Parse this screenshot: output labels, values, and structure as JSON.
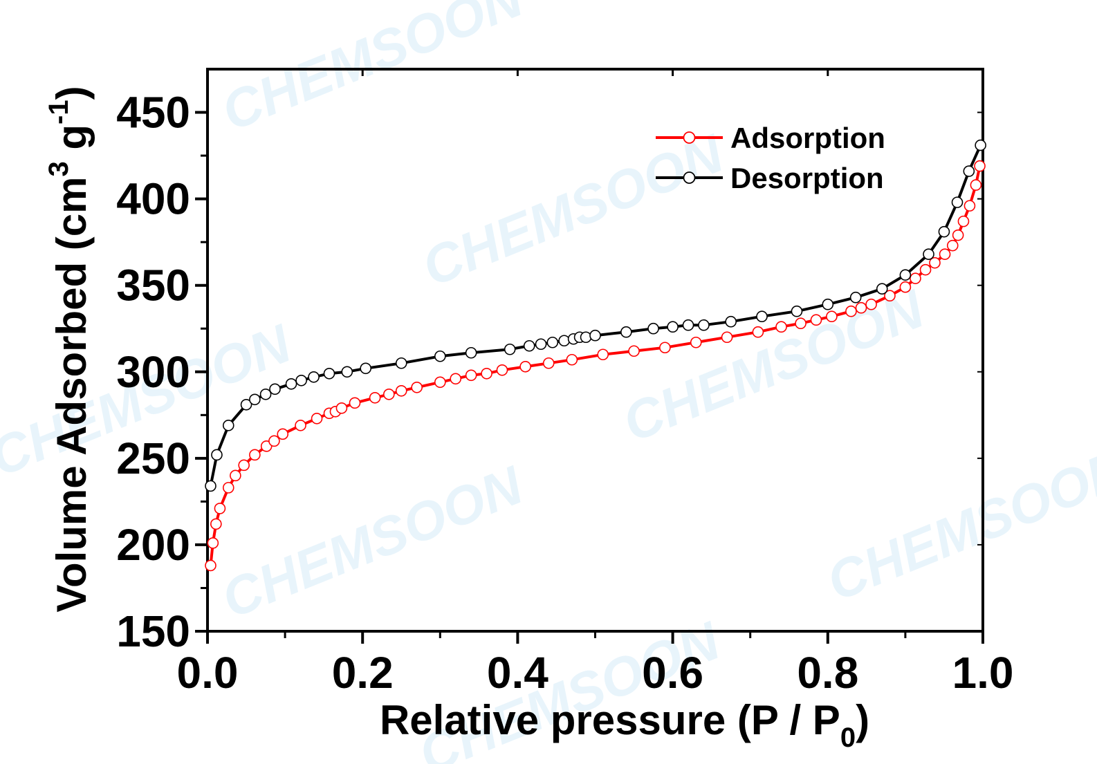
{
  "chart_data": {
    "type": "line",
    "title": "",
    "xlabel": "Relative pressure (P / P",
    "xlabel_sub": "0",
    "xlabel_end": ")",
    "ylabel": "Volume Adsorbed (cm",
    "ylabel_sup1": "3",
    "ylabel_mid": " g",
    "ylabel_sup2": "-1",
    "ylabel_end": ")",
    "xlim": [
      0.0,
      1.0
    ],
    "ylim": [
      150,
      475
    ],
    "xticks": [
      "0.0",
      "0.2",
      "0.4",
      "0.6",
      "0.8",
      "1.0"
    ],
    "xtick_values": [
      0.0,
      0.2,
      0.4,
      0.6,
      0.8,
      1.0
    ],
    "yticks": [
      "150",
      "200",
      "250",
      "300",
      "350",
      "400",
      "450"
    ],
    "ytick_values": [
      150,
      200,
      250,
      300,
      350,
      400,
      450
    ],
    "legend_position": "top-right",
    "grid": false,
    "series": [
      {
        "name": "Adsorption",
        "color": "#ff0000",
        "marker": "open-circle",
        "x": [
          0.004,
          0.007,
          0.011,
          0.016,
          0.027,
          0.036,
          0.047,
          0.061,
          0.076,
          0.086,
          0.097,
          0.12,
          0.141,
          0.157,
          0.165,
          0.173,
          0.19,
          0.216,
          0.234,
          0.25,
          0.27,
          0.3,
          0.32,
          0.34,
          0.36,
          0.38,
          0.41,
          0.44,
          0.47,
          0.51,
          0.55,
          0.59,
          0.63,
          0.67,
          0.71,
          0.74,
          0.765,
          0.785,
          0.805,
          0.83,
          0.843,
          0.856,
          0.88,
          0.9,
          0.913,
          0.926,
          0.938,
          0.951,
          0.961,
          0.968,
          0.975,
          0.983,
          0.991,
          0.996
        ],
        "y": [
          188,
          201,
          212,
          221,
          233,
          240,
          246,
          252,
          257,
          260,
          264,
          269,
          273,
          276,
          277,
          279,
          282,
          285,
          287,
          289,
          291,
          294,
          296,
          298,
          299,
          301,
          303,
          305,
          307,
          310,
          312,
          314,
          317,
          320,
          323,
          326,
          328,
          330,
          332,
          335,
          337,
          339,
          344,
          349,
          354,
          359,
          363,
          368,
          373,
          379,
          387,
          396,
          408,
          419
        ]
      },
      {
        "name": "Desorption",
        "color": "#000000",
        "marker": "open-circle",
        "x": [
          0.004,
          0.012,
          0.027,
          0.05,
          0.061,
          0.075,
          0.087,
          0.108,
          0.121,
          0.137,
          0.157,
          0.18,
          0.204,
          0.25,
          0.3,
          0.34,
          0.39,
          0.415,
          0.43,
          0.445,
          0.46,
          0.472,
          0.48,
          0.488,
          0.5,
          0.54,
          0.575,
          0.6,
          0.62,
          0.64,
          0.675,
          0.715,
          0.76,
          0.8,
          0.836,
          0.87,
          0.9,
          0.93,
          0.95,
          0.967,
          0.982,
          0.997
        ],
        "y": [
          234,
          252,
          269,
          281,
          284,
          287,
          290,
          293,
          295,
          297,
          299,
          300,
          302,
          305,
          309,
          311,
          313,
          315,
          316,
          317,
          318,
          319,
          320,
          320,
          321,
          323,
          325,
          326,
          327,
          327,
          329,
          332,
          335,
          339,
          343,
          348,
          356,
          368,
          381,
          398,
          416,
          431
        ]
      }
    ]
  }
}
